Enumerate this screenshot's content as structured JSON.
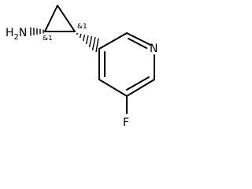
{
  "structure": {
    "atoms": {
      "amine": {
        "symbol": "H",
        "subscript": "2",
        "element": "N"
      },
      "ring_nitrogen": "N",
      "fluorine": "F"
    },
    "stereo_labels": [
      "&1",
      "&1"
    ],
    "colors": {
      "ink": "#000000",
      "background": "#ffffff"
    }
  }
}
